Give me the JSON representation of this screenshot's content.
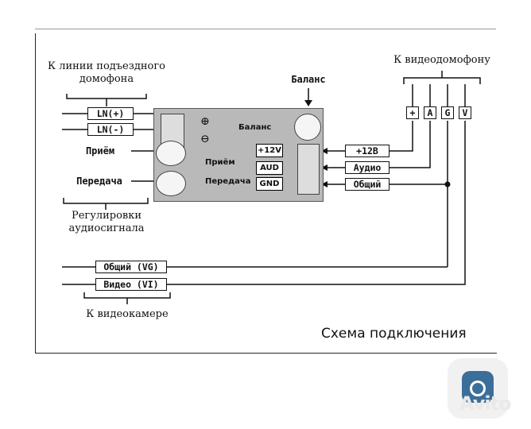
{
  "intercom_line": {
    "title_line1": "К линии подъездного",
    "title_line2": "домофона",
    "ln_plus": "LN(+)",
    "ln_minus": "LN(-)"
  },
  "controls": {
    "receive": "Приём",
    "transmit": "Передача",
    "note_line1": "Регулировки",
    "note_line2": "аудиосигнала"
  },
  "balance": {
    "label": "Баланс"
  },
  "board": {
    "balance": "Баланс",
    "receive": "Приём",
    "transmit": "Передача",
    "t12v": "+12V",
    "aud": "AUD",
    "gnd": "GND"
  },
  "videophone": {
    "title": "К видеодомофону",
    "terminals": [
      "+",
      "A",
      "G",
      "V"
    ],
    "plus12": "+12В",
    "audio": "Аудио",
    "common": "Общий"
  },
  "camera": {
    "common_vg": "Общий (VG)",
    "video_vi": "Видео (VI)",
    "title": "К видеокамере"
  },
  "caption": "Схема подключения",
  "watermark": {
    "brand": "Avito"
  }
}
